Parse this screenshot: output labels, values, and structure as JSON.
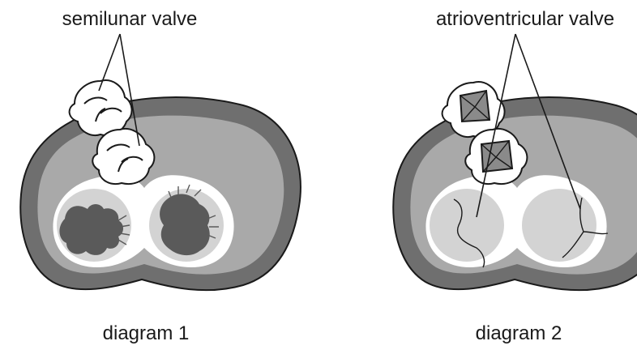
{
  "labels": {
    "diagram1_pointer": "semilunar valve",
    "diagram2_pointer": "atrioventricular valve",
    "diagram1_caption": "diagram 1",
    "diagram2_caption": "diagram 2"
  },
  "colors": {
    "outer_muscle": "#6f6f6f",
    "inner_band": "#a9a9a9",
    "chamber_fill": "#d3d3d3",
    "dark_valve": "#5a5a5a",
    "outline": "#1a1a1a",
    "white": "#ffffff"
  }
}
